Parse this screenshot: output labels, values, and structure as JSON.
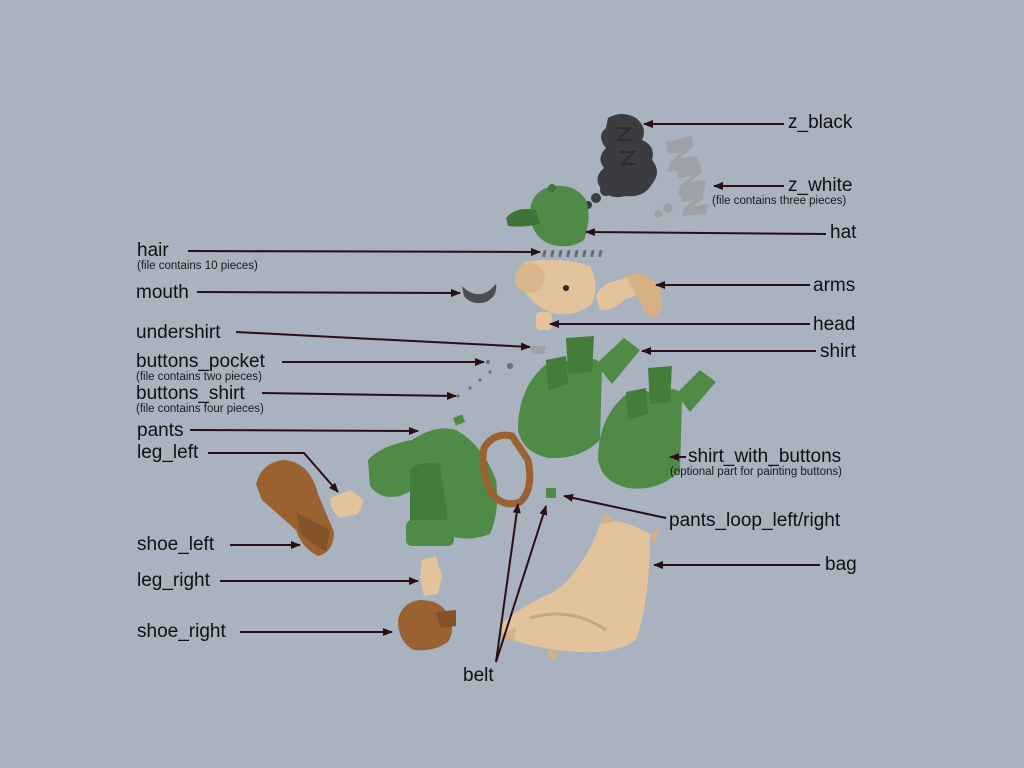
{
  "colors": {
    "background": "#a9b2bf",
    "arrow": "#2a0f14",
    "green": "#4f8a46",
    "skin": "#e2c39b",
    "brown": "#9a6230",
    "grey": "#6b7078",
    "dark": "#3a3c40",
    "light_grey": "#9ea2a7"
  },
  "labels": {
    "z_black": "z_black",
    "z_white": "z_white",
    "z_white_note": "(file contains three pieces)",
    "hat": "hat",
    "hair": "hair",
    "hair_note": "(file contains 10 pieces)",
    "arms": "arms",
    "mouth": "mouth",
    "head": "head",
    "undershirt": "undershirt",
    "shirt": "shirt",
    "buttons_pocket": "buttons_pocket",
    "buttons_pocket_note": "(file contains two pieces)",
    "buttons_shirt": "buttons_shirt",
    "buttons_shirt_note": "(file contains four pieces)",
    "pants": "pants",
    "leg_left": "leg_left",
    "shirt_with_buttons": "shirt_with_buttons",
    "shirt_with_buttons_note": "(optional part for painting buttons)",
    "pants_loop": "pants_loop_left/right",
    "shoe_left": "shoe_left",
    "bag": "bag",
    "leg_right": "leg_right",
    "shoe_right": "shoe_right",
    "belt": "belt"
  }
}
